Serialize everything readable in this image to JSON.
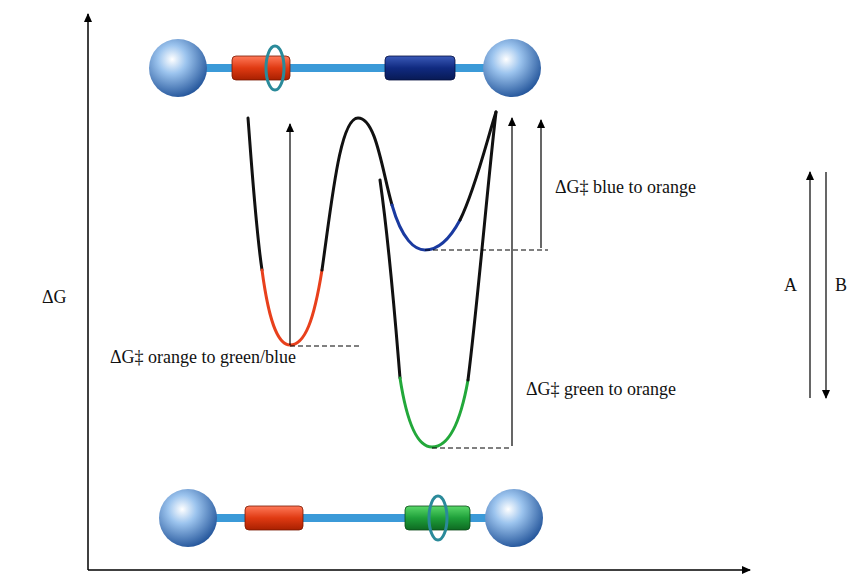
{
  "diagram": {
    "labels": [
      "ΔG",
      "ΔG‡ blue to orange",
      "ΔG‡ orange to green/blue",
      "ΔG‡ green to orange",
      "A",
      "B"
    ]
  }
}
